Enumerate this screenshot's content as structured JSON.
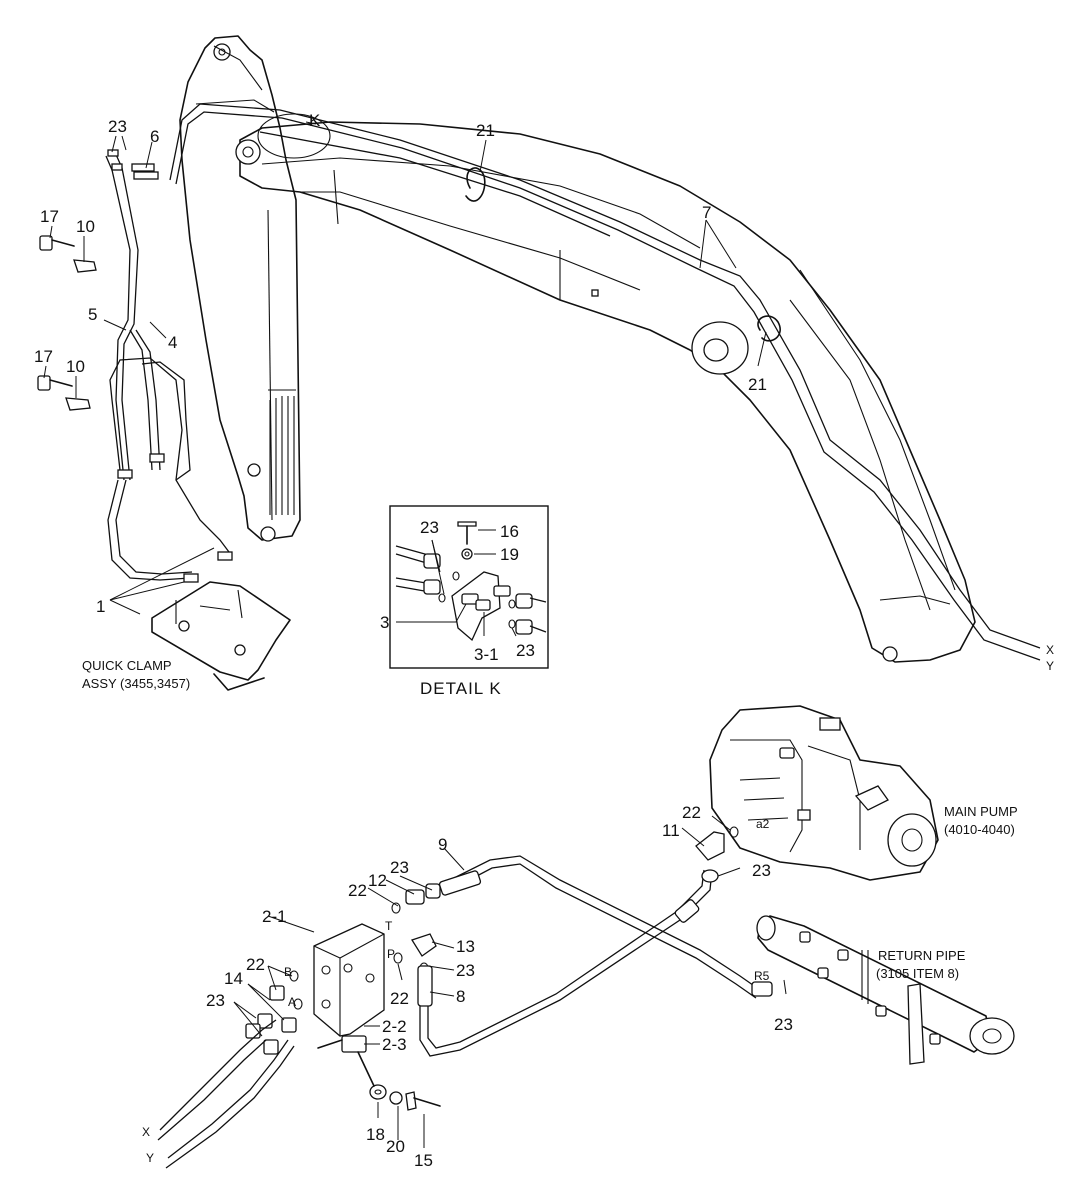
{
  "part_numbers": {
    "n1": "1",
    "n2_1": "2-1",
    "n2_2": "2-2",
    "n2_3": "2-3",
    "n3": "3",
    "n3_1": "3-1",
    "n4": "4",
    "n5": "5",
    "n6": "6",
    "n7": "7",
    "n8": "8",
    "n9": "9",
    "n10a": "10",
    "n10b": "10",
    "n11": "11",
    "n12": "12",
    "n13": "13",
    "n14": "14",
    "n15": "15",
    "n16": "16",
    "n17a": "17",
    "n17b": "17",
    "n18": "18",
    "n19": "19",
    "n20": "20",
    "n21a": "21",
    "n21b": "21",
    "n22a": "22",
    "n22b": "22",
    "n22c": "22",
    "n22d": "22",
    "n23a": "23",
    "n23b": "23",
    "n23c": "23",
    "n23d": "23",
    "n23e": "23",
    "n23f": "23",
    "n23g": "23",
    "n23h": "23"
  },
  "port_labels": {
    "k": "K",
    "t": "T",
    "p": "P",
    "b": "B",
    "a": "A",
    "r5": "R5",
    "a2": "a2",
    "x_top": "X",
    "y_top": "Y",
    "x_bottom": "X",
    "y_bottom": "Y"
  },
  "captions": {
    "quick_clamp_line1": "QUICK CLAMP",
    "quick_clamp_line2": "ASSY (3455,3457)",
    "detail": "DETAIL  K",
    "main_pump_line1": "MAIN PUMP",
    "main_pump_line2": "(4010-4040)",
    "return_pipe_line1": "RETURN PIPE",
    "return_pipe_line2": "(3105 ITEM 8)"
  }
}
